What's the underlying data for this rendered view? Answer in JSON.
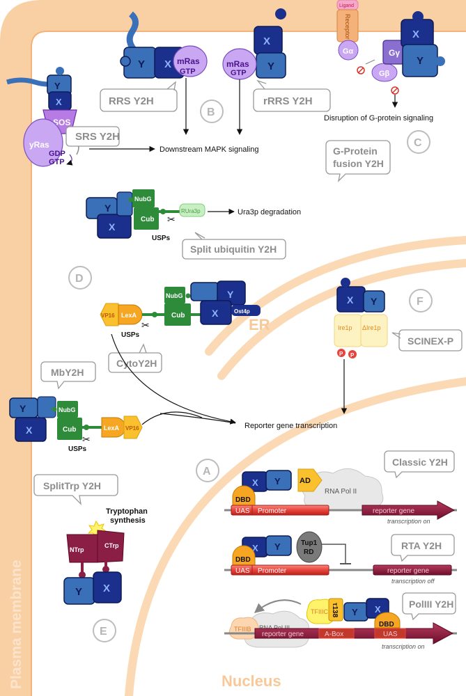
{
  "membrane_label": "Plasma membrane",
  "nucleus_label": "Nucleus",
  "er_label": "ER",
  "sections": {
    "A": "A",
    "B": "B",
    "C": "C",
    "D": "D",
    "E": "E",
    "F": "F"
  },
  "bubbles": {
    "rrs": "RRS Y2H",
    "rrrs": "rRRS Y2H",
    "srs": "SRS Y2H",
    "gprotein_1": "G-Protein",
    "gprotein_2": "fusion Y2H",
    "split_ub": "Split ubiquitin Y2H",
    "cyto": "CytoY2H",
    "mb": "MbY2H",
    "scinex": "SCINEX-P",
    "classic": "Classic Y2H",
    "rta": "RTA Y2H",
    "polIII": "PolIII Y2H",
    "splittrp": "SplitTrp Y2H"
  },
  "labels": {
    "x": "X",
    "y": "Y",
    "mras": "mRas",
    "gtp": "GTP",
    "sos": "SOS",
    "yras": "yRas",
    "gdp": "GDP",
    "downstream": "Downstream MAPK signaling",
    "ligand": "Ligand",
    "receptor": "Receptor",
    "galpha": "Gα",
    "gbeta": "Gβ",
    "ggamma": "Gγ",
    "disruption": "Disruption of G-protein signaling",
    "nubg": "NubG",
    "cub": "Cub",
    "rura3p": "RUra3p",
    "ura3p_deg": "Ura3p degradation",
    "usps": "USPs",
    "vp16": "VP16",
    "lexa": "LexA",
    "ost4p": "Ost4p",
    "ire1p": "Ire1p",
    "dire1p": "ΔIre1p",
    "p": "P",
    "reporter_tx": "Reporter gene transcription",
    "ad": "AD",
    "rnapol2": "RNA Pol II",
    "dbd": "DBD",
    "uas": "UAS",
    "promoter": "Promoter",
    "reporter_gene": "reporter gene",
    "tx_on": "transcription on",
    "tx_off": "transcription off",
    "tup1": "Tup1",
    "rd": "RD",
    "tfiiib": "TFIIIB",
    "rnapol3": "RNA Pol III",
    "tfiiic": "TFIIIC",
    "t138": "τ138",
    "abox": "A-Box",
    "trp_1": "Tryptophan",
    "trp_2": "synthesis",
    "ntrp": "NTrp",
    "ctrp": "CTrp"
  },
  "colors": {
    "membrane": "#f9cfa4",
    "er_nucleus": "#fbd9b4",
    "x_piece": "#1b2f8c",
    "y_piece": "#3a70b8",
    "mras": "#c9a7f2",
    "green": "#2e8b3a",
    "orange": "#f6a623",
    "yellow": "#fbc02d",
    "maroon": "#8b1e45",
    "red_bar": "#e8433b"
  }
}
